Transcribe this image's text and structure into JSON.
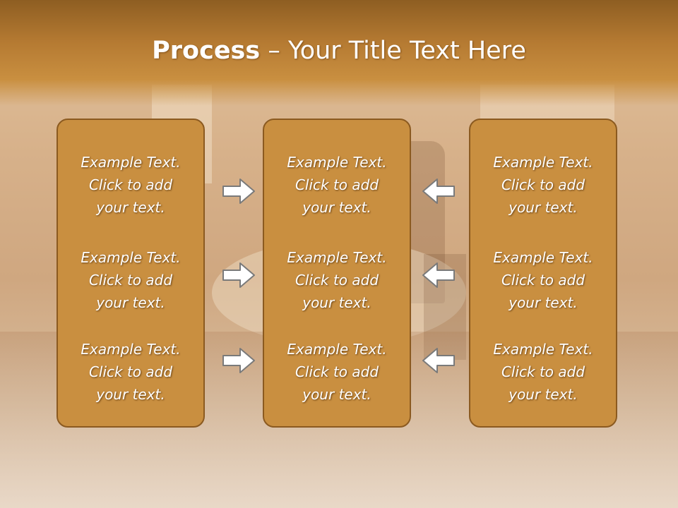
{
  "slide": {
    "title_bold": "Process",
    "title_rest": " – Your Title Text Here",
    "columns": [
      {
        "items": [
          {
            "line1": "Example Text.",
            "line2": "Click  to add",
            "line3": "your text."
          },
          {
            "line1": "Example Text.",
            "line2": "Click  to add",
            "line3": "your text."
          },
          {
            "line1": "Example Text.",
            "line2": "Click  to add",
            "line3": "your text."
          }
        ]
      },
      {
        "items": [
          {
            "line1": "Example Text.",
            "line2": "Click  to add",
            "line3": "your text."
          },
          {
            "line1": "Example Text.",
            "line2": "Click  to add",
            "line3": "your text."
          },
          {
            "line1": "Example Text.",
            "line2": "Click  to add",
            "line3": "your text."
          }
        ]
      },
      {
        "items": [
          {
            "line1": "Example Text.",
            "line2": "Click  to add",
            "line3": "your text."
          },
          {
            "line1": "Example Text.",
            "line2": "Click  to add",
            "line3": "your text."
          },
          {
            "line1": "Example Text.",
            "line2": "Click  to add",
            "line3": "your text."
          }
        ]
      }
    ],
    "icons": {
      "left_arrows": "arrow-right-icon",
      "right_arrows": "arrow-left-icon"
    },
    "colors": {
      "box_fill": "#c98f40",
      "box_border": "#8b5a20",
      "title_band": "#b57a32",
      "text": "#ffffff",
      "arrow_fill": "#ffffff",
      "arrow_stroke": "#7a7a7a"
    }
  }
}
